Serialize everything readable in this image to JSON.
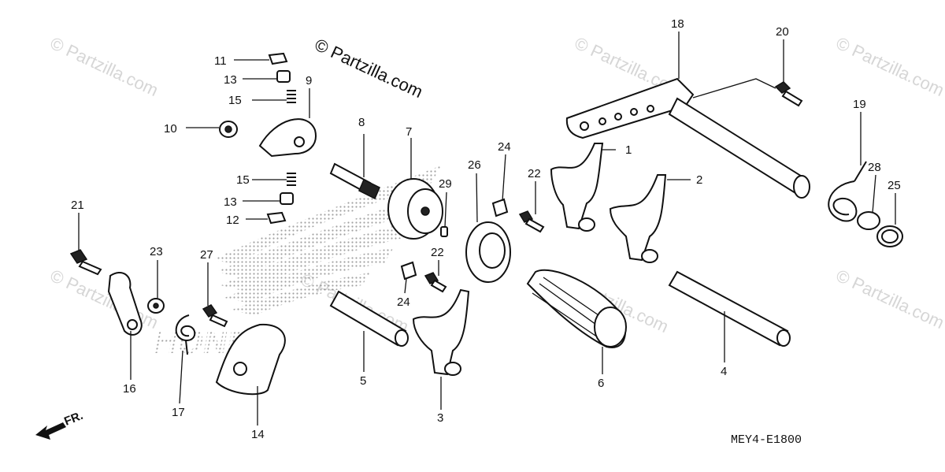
{
  "copyright": "© Partzilla.com",
  "watermarks": [
    "© Partzilla.com",
    "© Partzilla.com",
    "© Partzilla.com",
    "© Partzilla.com",
    "© Partzilla.com",
    "© Partzilla.com",
    "© Partzilla.com"
  ],
  "background_logo_text": "HONDA",
  "diagram_code": "MEY4-E1800",
  "front_arrow_label": "FR.",
  "callouts": [
    "1",
    "2",
    "3",
    "4",
    "5",
    "6",
    "7",
    "8",
    "9",
    "10",
    "11",
    "12",
    "13",
    "13",
    "14",
    "15",
    "15",
    "16",
    "17",
    "18",
    "19",
    "20",
    "21",
    "22",
    "22",
    "23",
    "24",
    "24",
    "25",
    "26",
    "27",
    "28",
    "29"
  ]
}
